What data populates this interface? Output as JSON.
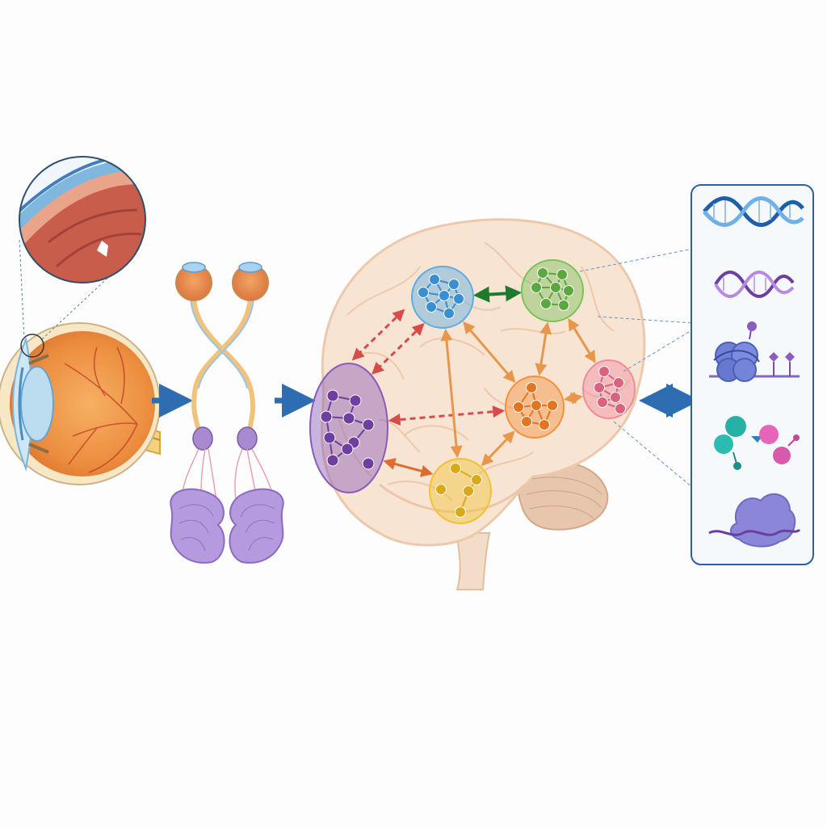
{
  "palette": {
    "flow_arrow": "#2f6db3",
    "region_blue": "#5aaee3",
    "region_green": "#79c25a",
    "region_pink": "#ef8ca0",
    "region_orange": "#f5913a",
    "region_purple": "#8a5bb8",
    "region_yellow": "#f1c232",
    "brain_fill": "#f7e2d0",
    "panel_border": "#2f5f9e"
  },
  "icons": {
    "eye": "eye-cross-section-icon",
    "eye_inset": "magnified-anterior-chamber-icon",
    "optic_pathway": "optic-chiasm-pathway-icon",
    "brain": "brain-network-icon",
    "dna": "dna-double-helix-icon",
    "rna": "rna-helix-icon",
    "chromatin": "histone-methylation-icon",
    "protein": "protein-interaction-icon",
    "ribosome": "ribosome-translation-icon"
  },
  "network": {
    "regions": [
      {
        "id": "blue",
        "color": "#5aaee3"
      },
      {
        "id": "green",
        "color": "#79c25a"
      },
      {
        "id": "pink",
        "color": "#ef8ca0"
      },
      {
        "id": "orange",
        "color": "#f5913a"
      },
      {
        "id": "purple",
        "color": "#8a5bb8"
      },
      {
        "id": "yellow",
        "color": "#f1c232"
      }
    ],
    "links": [
      {
        "from": "blue",
        "to": "green",
        "style": "solid",
        "color": "#1f7a2e"
      },
      {
        "from": "blue",
        "to": "purple",
        "style": "dashed",
        "color": "#d84b4b"
      },
      {
        "from": "blue",
        "to": "purple",
        "style": "dashed",
        "color": "#d84b4b"
      },
      {
        "from": "purple",
        "to": "orange",
        "style": "dashed",
        "color": "#d84b4b"
      },
      {
        "from": "blue",
        "to": "orange",
        "style": "solid",
        "color": "#e8974a"
      },
      {
        "from": "blue",
        "to": "yellow",
        "style": "solid",
        "color": "#e8974a"
      },
      {
        "from": "green",
        "to": "orange",
        "style": "solid",
        "color": "#e8974a"
      },
      {
        "from": "green",
        "to": "pink",
        "style": "solid",
        "color": "#e8974a"
      },
      {
        "from": "orange",
        "to": "pink",
        "style": "solid",
        "color": "#e8974a"
      },
      {
        "from": "orange",
        "to": "yellow",
        "style": "solid",
        "color": "#e8974a"
      },
      {
        "from": "purple",
        "to": "yellow",
        "style": "solid",
        "color": "#e06b2f"
      }
    ]
  }
}
